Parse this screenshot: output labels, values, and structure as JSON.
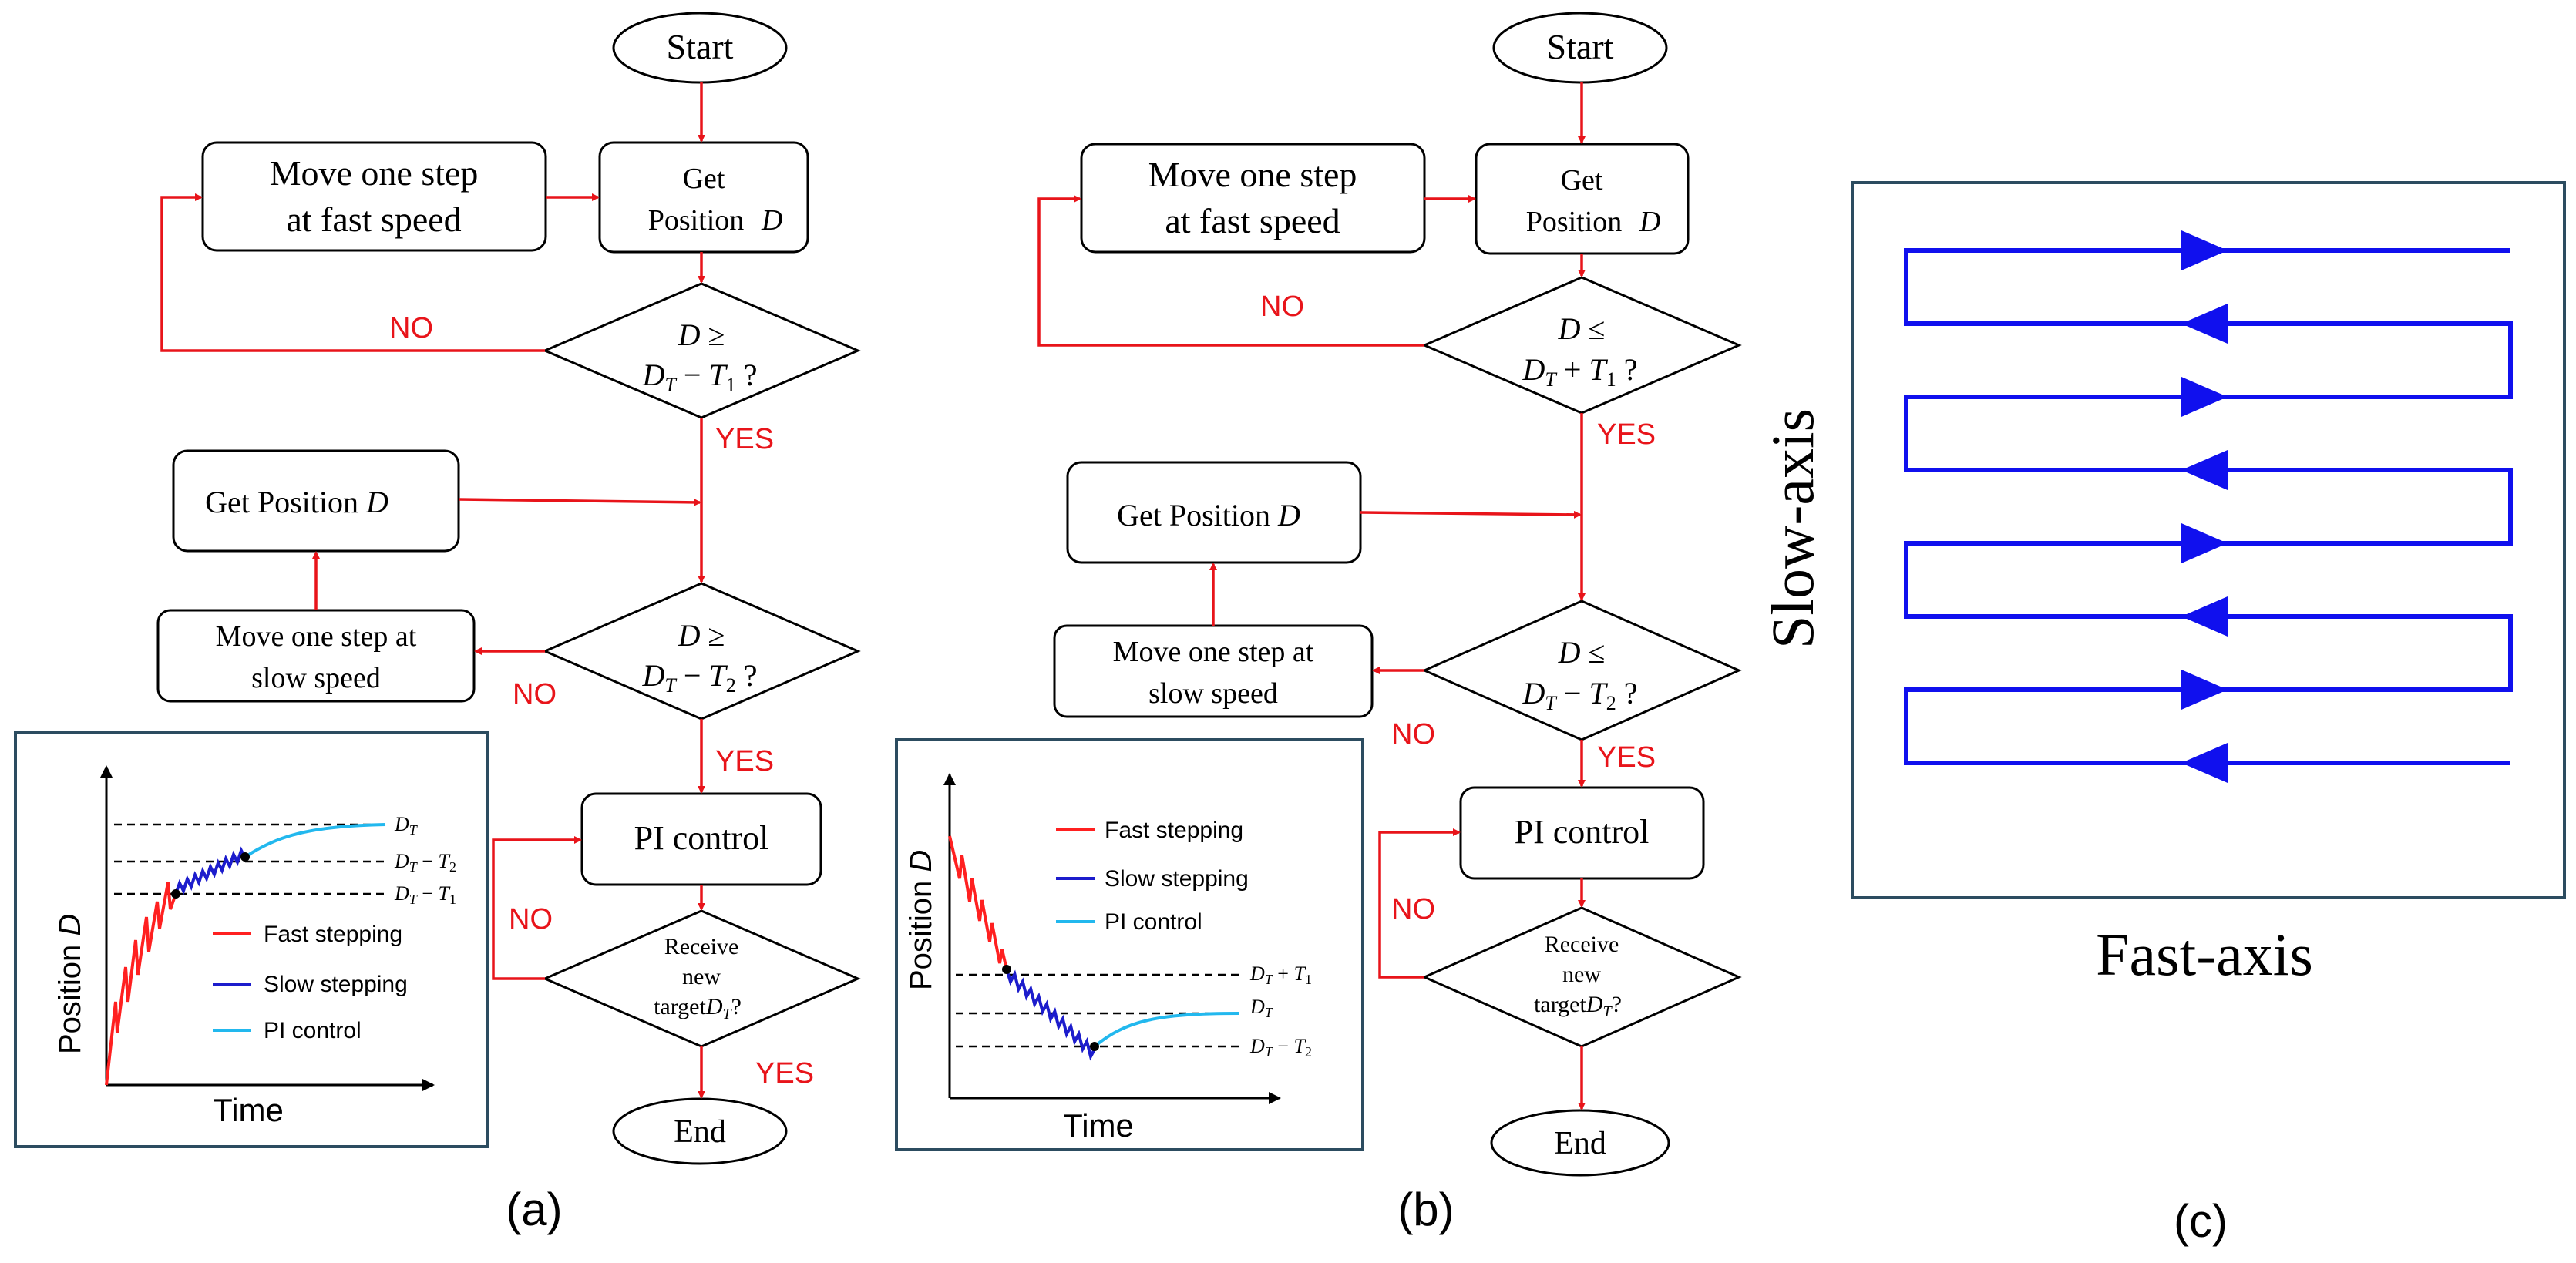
{
  "panel_a": {
    "start": "Start",
    "move_fast": [
      "Move one step",
      "at fast speed"
    ],
    "get_pos": [
      "Get",
      "Position"
    ],
    "cond1": [
      "D ≥",
      "D",
      "T",
      "− T",
      "1",
      " ?"
    ],
    "get_pos2": "Get Position ",
    "move_slow": [
      "Move one step at",
      "slow speed"
    ],
    "cond2": [
      "D ≥",
      "D",
      "T",
      "− T",
      "2",
      " ?"
    ],
    "pi": "PI control",
    "receive": [
      "Receive",
      "new",
      "targetD",
      "T",
      "?"
    ],
    "end": "End",
    "no1": "NO",
    "yes1": "YES",
    "no2": "NO",
    "yes2": "YES",
    "no3": "NO",
    "yes3": "YES",
    "label": "(a)",
    "inset": {
      "ylabel": "Position ",
      "xlabel": "Time",
      "legend": [
        "Fast stepping",
        "Slow stepping",
        "PI control"
      ],
      "levels": [
        "D",
        "T",
        "D",
        "T",
        " − T",
        "2",
        "D",
        "T",
        " − T",
        "1"
      ]
    }
  },
  "panel_b": {
    "start": "Start",
    "move_fast": [
      "Move one step",
      "at fast speed"
    ],
    "get_pos": [
      "Get",
      "Position"
    ],
    "cond1": [
      "D ≤",
      "D",
      "T",
      "+ T",
      "1",
      " ?"
    ],
    "get_pos2": "Get Position ",
    "move_slow": [
      "Move one step at",
      "slow speed"
    ],
    "cond2": [
      "D ≤",
      "D",
      "T",
      "− T",
      "2",
      " ?"
    ],
    "pi": "PI control",
    "receive": [
      "Receive",
      "new",
      "targetD",
      "T",
      "?"
    ],
    "end": "End",
    "no1": "NO",
    "yes1": "YES",
    "no2": "NO",
    "yes2": "YES",
    "no3": "NO",
    "label": "(b)",
    "inset": {
      "ylabel": "Position ",
      "xlabel": "Time",
      "legend": [
        "Fast stepping",
        "Slow stepping",
        "PI control"
      ],
      "levels": [
        "D",
        "T",
        " + T",
        "1",
        "D",
        "T",
        "D",
        "T",
        " − T",
        "2"
      ]
    }
  },
  "panel_c": {
    "slow_axis": "Slow-axis",
    "fast_axis": "Fast-axis",
    "label": "(c)"
  },
  "colors": {
    "flow_red": "#e8141a",
    "fast": "#ff2020",
    "slow": "#1c1ccc",
    "pi": "#22b8ee",
    "raster": "#1010ee",
    "inset_border": "#2c4c60"
  }
}
